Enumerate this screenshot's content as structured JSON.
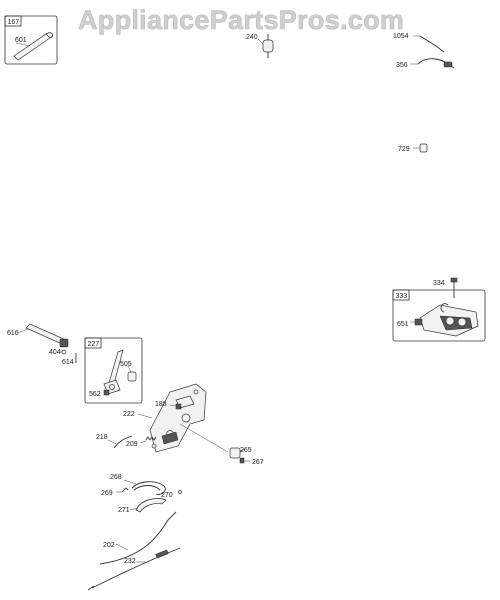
{
  "watermark": "AppliancePartsPros.com",
  "callout_boxes": {
    "box_167": {
      "number": "167",
      "parts": [
        "601"
      ]
    },
    "box_227": {
      "number": "227",
      "parts": [
        "505",
        "562"
      ]
    },
    "box_333": {
      "number": "333",
      "parts": [
        "651"
      ]
    }
  },
  "part_numbers": {
    "p601": "601",
    "p240": "240",
    "p1054": "1054",
    "p356": "356",
    "p729": "729",
    "p334": "334",
    "p651": "651",
    "p616": "616",
    "p404": "404",
    "p614": "614",
    "p505": "505",
    "p562": "562",
    "p188": "188",
    "p222": "222",
    "p218": "218",
    "p209": "209",
    "p265": "265",
    "p267": "267",
    "p268": "268",
    "p269": "269",
    "p270": "270",
    "p271": "271",
    "p202": "202",
    "p232": "232"
  }
}
